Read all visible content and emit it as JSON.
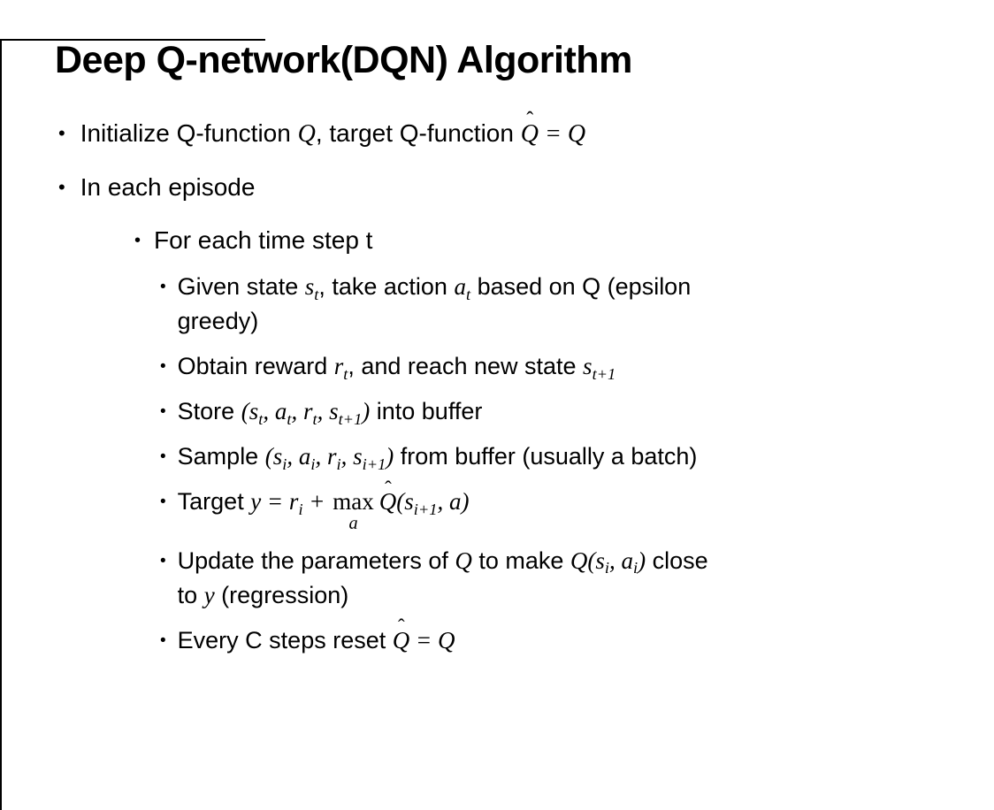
{
  "slide": {
    "title": "Deep Q-network(DQN) Algorithm",
    "bullets": [
      {
        "level": 1,
        "segments": [
          {
            "type": "plain",
            "text": "Initialize Q-function "
          },
          {
            "type": "math",
            "text": "Q"
          },
          {
            "type": "plain",
            "text": ", target Q-function "
          },
          {
            "type": "hat",
            "text": "Q"
          },
          {
            "type": "math",
            "text": " = "
          },
          {
            "type": "math",
            "text": "Q"
          }
        ]
      },
      {
        "level": 1,
        "segments": [
          {
            "type": "plain",
            "text": "In each episode"
          }
        ]
      },
      {
        "level": 2,
        "segments": [
          {
            "type": "plain",
            "text": "For each time step t"
          }
        ]
      },
      {
        "level": 3,
        "segments": [
          {
            "type": "plain",
            "text": "Given state "
          },
          {
            "type": "math",
            "text": "s",
            "sub": "t"
          },
          {
            "type": "plain",
            "text": ", take action "
          },
          {
            "type": "math",
            "text": "a",
            "sub": "t"
          },
          {
            "type": "plain",
            "text": " based on Q (epsilon"
          },
          {
            "type": "br"
          },
          {
            "type": "plain",
            "text": "greedy)"
          }
        ]
      },
      {
        "level": 3,
        "segments": [
          {
            "type": "plain",
            "text": "Obtain reward "
          },
          {
            "type": "math",
            "text": "r",
            "sub": "t"
          },
          {
            "type": "plain",
            "text": ", and reach new state "
          },
          {
            "type": "math",
            "text": "s",
            "sub": "t+1"
          }
        ]
      },
      {
        "level": 3,
        "segments": [
          {
            "type": "plain",
            "text": "Store "
          },
          {
            "type": "math",
            "text": "("
          },
          {
            "type": "math",
            "text": "s",
            "sub": "t"
          },
          {
            "type": "math",
            "text": ", "
          },
          {
            "type": "math",
            "text": "a",
            "sub": "t"
          },
          {
            "type": "math",
            "text": ", "
          },
          {
            "type": "math",
            "text": "r",
            "sub": "t"
          },
          {
            "type": "math",
            "text": ", "
          },
          {
            "type": "math",
            "text": "s",
            "sub": "t+1"
          },
          {
            "type": "math",
            "text": ")"
          },
          {
            "type": "plain",
            "text": " into buffer"
          }
        ]
      },
      {
        "level": 3,
        "segments": [
          {
            "type": "plain",
            "text": "Sample "
          },
          {
            "type": "math",
            "text": "("
          },
          {
            "type": "math",
            "text": "s",
            "sub": "i"
          },
          {
            "type": "math",
            "text": ", "
          },
          {
            "type": "math",
            "text": "a",
            "sub": "i"
          },
          {
            "type": "math",
            "text": ", "
          },
          {
            "type": "math",
            "text": "r",
            "sub": "i"
          },
          {
            "type": "math",
            "text": ", "
          },
          {
            "type": "math",
            "text": "s",
            "sub": "i+1"
          },
          {
            "type": "math",
            "text": ")"
          },
          {
            "type": "plain",
            "text": " from buffer (usually a batch)"
          }
        ]
      },
      {
        "level": 3,
        "segments": [
          {
            "type": "plain",
            "text": "Target "
          },
          {
            "type": "math",
            "text": "y = "
          },
          {
            "type": "math",
            "text": "r",
            "sub": "i"
          },
          {
            "type": "math",
            "text": " + "
          },
          {
            "type": "maxunder",
            "text": "max",
            "under": "a"
          },
          {
            "type": "hat",
            "text": "Q"
          },
          {
            "type": "math",
            "text": "("
          },
          {
            "type": "math",
            "text": "s",
            "sub": "i+1"
          },
          {
            "type": "math",
            "text": ", "
          },
          {
            "type": "math",
            "text": "a"
          },
          {
            "type": "math",
            "text": ")"
          }
        ]
      },
      {
        "level": 3,
        "segments": [
          {
            "type": "plain",
            "text": "Update the parameters of "
          },
          {
            "type": "math",
            "text": "Q"
          },
          {
            "type": "plain",
            "text": " to make "
          },
          {
            "type": "math",
            "text": "Q"
          },
          {
            "type": "math",
            "text": "("
          },
          {
            "type": "math",
            "text": "s",
            "sub": "i"
          },
          {
            "type": "math",
            "text": ", "
          },
          {
            "type": "math",
            "text": "a",
            "sub": "i"
          },
          {
            "type": "math",
            "text": ")"
          },
          {
            "type": "plain",
            "text": " close"
          },
          {
            "type": "br"
          },
          {
            "type": "plain",
            "text": "to "
          },
          {
            "type": "math",
            "text": "y"
          },
          {
            "type": "plain",
            "text": " (regression)"
          }
        ]
      },
      {
        "level": 3,
        "segments": [
          {
            "type": "plain",
            "text": "Every C steps reset "
          },
          {
            "type": "hat",
            "text": "Q"
          },
          {
            "type": "math",
            "text": " = "
          },
          {
            "type": "math",
            "text": "Q"
          }
        ]
      }
    ],
    "bullet_glyph": "•"
  }
}
